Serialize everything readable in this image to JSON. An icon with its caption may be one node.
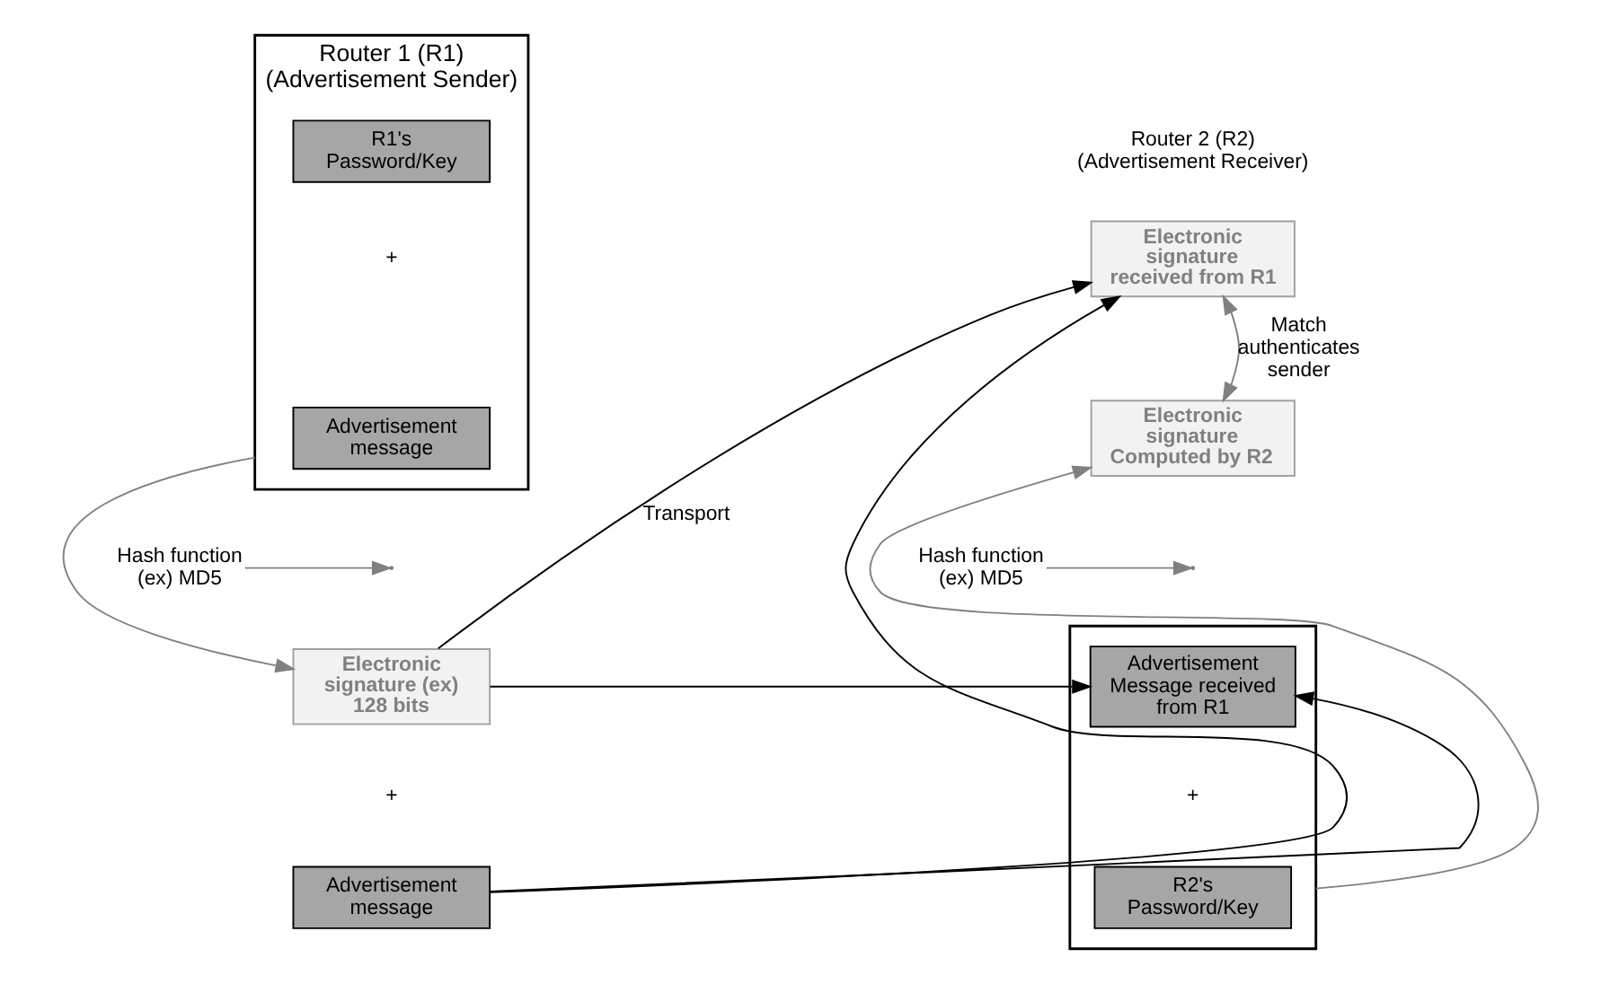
{
  "diagram": {
    "nodes": [
      {
        "text": [
          "Router 1 (R1) (Advertisement Sender)"
        ]
      },
      {
        "text": [
          "R1's Password/Key"
        ],
        "in": 0
      },
      {
        "text": [
          "Advertisement message"
        ],
        "in": 0
      },
      {
        "text": [
          "Hash function (ex) MD5"
        ]
      },
      {
        "text": [
          "Electronic signature (ex) 128 bits"
        ]
      },
      {
        "text": [
          "Advertisement message"
        ]
      },
      {
        "text": [
          "Electronic signature received from R1"
        ]
      },
      {
        "text": [
          "Electronic signature Computed by R2"
        ]
      },
      {
        "text": [],
        "shape": "box"
      },
      {
        "text": [
          "Advertisement Message received from R1"
        ],
        "in": 8
      },
      {
        "text": [
          "R2's Password/Key"
        ],
        "in": 8
      },
      {
        "text": [
          "Hash function (ex) MD5"
        ]
      }
    ],
    "edges": [
      {
        "from": 0,
        "to": 4,
        "arrow": "to",
        "color": "#808080"
      },
      {
        "from": 3,
        "to": null,
        "arrow": "to",
        "color": "#808080"
      },
      {
        "from": 4,
        "to": 6,
        "arrow": "to",
        "label": "Transport",
        "color": "#000000"
      },
      {
        "from": 4,
        "to": 9,
        "arrow": "to",
        "color": "#000000"
      },
      {
        "from": 5,
        "to": 6,
        "arrow": "to",
        "color": "#000000"
      },
      {
        "from": 5,
        "to": 9,
        "arrow": "to",
        "color": "#000000"
      },
      {
        "from": 7,
        "to": 6,
        "arrow": "both",
        "label": "Match authenticates sender",
        "color": "#808080"
      },
      {
        "from": 8,
        "to": 7,
        "arrow": "to",
        "color": "#808080"
      },
      {
        "from": 11,
        "to": null,
        "arrow": "to",
        "color": "#808080"
      }
    ],
    "labels": [
      "Router 2 (R2) (Advertisement Receiver)",
      "+",
      "+",
      "+"
    ]
  }
}
